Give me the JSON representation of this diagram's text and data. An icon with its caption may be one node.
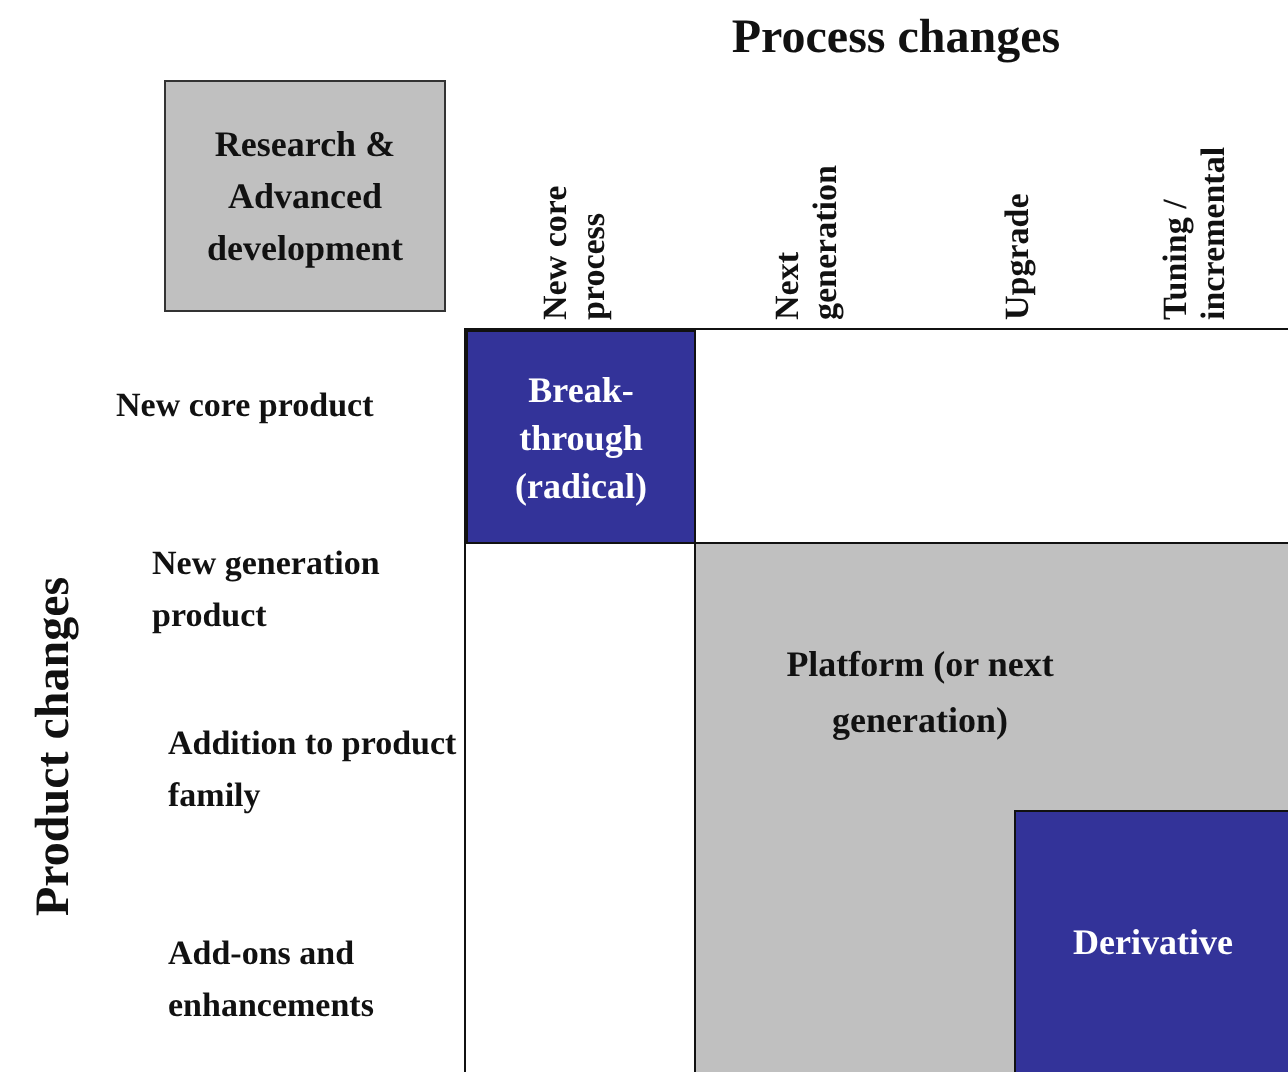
{
  "diagram": {
    "title": "Process changes",
    "nodes": [
      {
        "text": [
          "Research & Advanced development"
        ]
      },
      {
        "text": [
          "Break- through (radical)"
        ]
      },
      {
        "text": [
          "Platform (or next generation)"
        ]
      },
      {
        "text": [
          "Derivative"
        ],
        "in": 2
      }
    ],
    "labels": [
      "New core process",
      "Next generation",
      "Upgrade",
      "Tuning / incremental",
      "Product changes",
      "New core product",
      "New generation product",
      "Addition to product family",
      "Add-ons and enhancements"
    ]
  }
}
